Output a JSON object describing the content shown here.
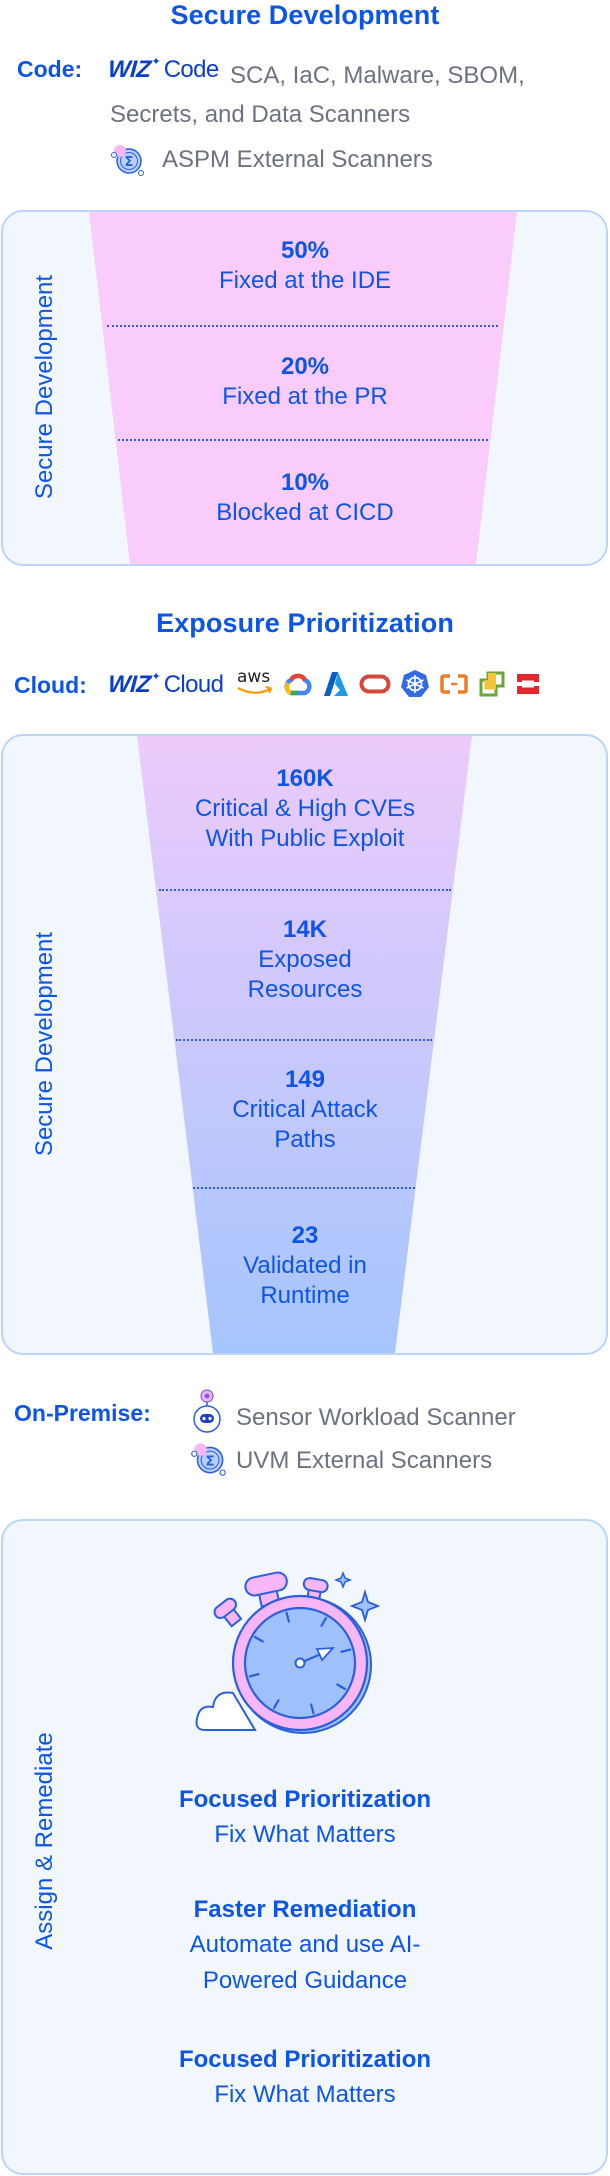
{
  "secure_development": {
    "title": "Secure Development",
    "code_label": "Code:",
    "wiz_brand": "WIZ",
    "wiz_product": "Code",
    "scanners_line1": "SCA, IaC, Malware, SBOM,",
    "scanners_line2": "Secrets, and Data Scanners",
    "aspm_label": "ASPM External Scanners",
    "aspm_icon": "sigma-scanner-icon",
    "side_label": "Secure Development",
    "funnel_color": "#f9ccfb",
    "stages": [
      {
        "value": "50%",
        "label": "Fixed at the IDE"
      },
      {
        "value": "20%",
        "label": "Fixed at the PR"
      },
      {
        "value": "10%",
        "label": "Blocked at CICD"
      }
    ]
  },
  "exposure_prioritization": {
    "title": "Exposure Prioritization",
    "cloud_label": "Cloud:",
    "wiz_brand": "WIZ",
    "wiz_product": "Cloud",
    "providers": [
      {
        "name": "aws",
        "icon": "aws-logo-icon",
        "text": "aws"
      },
      {
        "name": "google-cloud",
        "icon": "google-cloud-icon"
      },
      {
        "name": "azure",
        "icon": "azure-icon"
      },
      {
        "name": "oracle",
        "icon": "oracle-icon"
      },
      {
        "name": "kubernetes",
        "icon": "kubernetes-icon"
      },
      {
        "name": "alibaba-cloud",
        "icon": "alibaba-cloud-icon"
      },
      {
        "name": "vmware-vsphere",
        "icon": "vsphere-icon"
      },
      {
        "name": "openshift",
        "icon": "openshift-icon"
      }
    ],
    "side_label": "Secure Development",
    "funnel_gradient": [
      "#edcafc",
      "#a5c6fd"
    ],
    "stages": [
      {
        "value": "160K",
        "label_lines": [
          "Critical & High CVEs",
          "With Public Exploit"
        ]
      },
      {
        "value": "14K",
        "label_lines": [
          "Exposed",
          "Resources"
        ]
      },
      {
        "value": "149",
        "label_lines": [
          "Critical Attack",
          "Paths"
        ]
      },
      {
        "value": "23",
        "label_lines": [
          "Validated in",
          "Runtime"
        ]
      }
    ]
  },
  "on_premise": {
    "label": "On-Premise:",
    "items": [
      {
        "icon": "sensor-robot-icon",
        "text": "Sensor Workload Scanner"
      },
      {
        "icon": "sigma-scanner-icon",
        "text": "UVM External Scanners"
      }
    ]
  },
  "assign_remediate": {
    "side_label": "Assign & Remediate",
    "illustration": "stopwatch-icon",
    "features": [
      {
        "heading": "Focused Prioritization",
        "lines": [
          "Fix What Matters"
        ]
      },
      {
        "heading": "Faster Remediation",
        "lines": [
          "Automate and use AI-",
          "Powered Guidance"
        ]
      },
      {
        "heading": "Focused Prioritization",
        "lines": [
          "Fix What Matters"
        ]
      }
    ]
  }
}
